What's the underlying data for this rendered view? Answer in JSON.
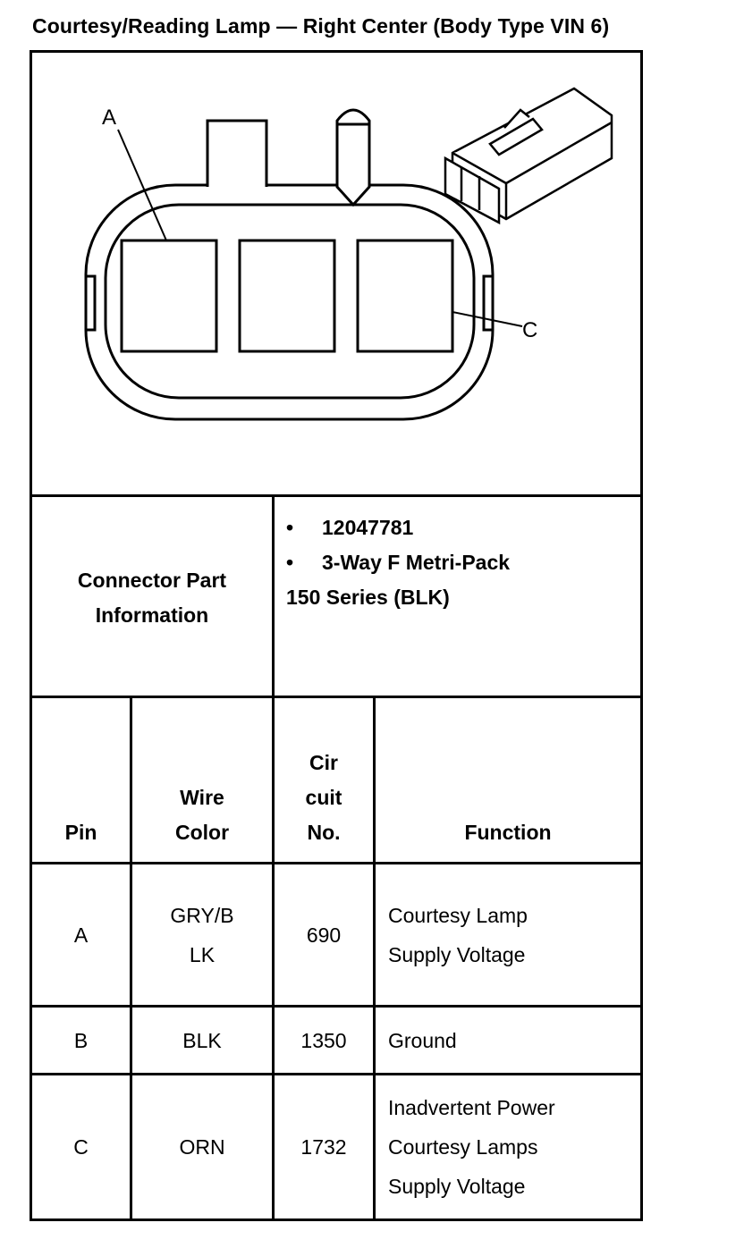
{
  "title": "Courtesy/Reading Lamp — Right Center (Body Type VIN 6)",
  "diagram": {
    "callouts": {
      "a": "A",
      "c": "C"
    }
  },
  "connector_info": {
    "label_line1": "Connector Part",
    "label_line2": "Information",
    "part_number": "12047781",
    "description_line1": "3-Way F Metri-Pack",
    "description_line2": "150 Series (BLK)",
    "bullet": "•"
  },
  "table": {
    "headers": {
      "pin": "Pin",
      "wire_color_line1": "Wire",
      "wire_color_line2": "Color",
      "circuit_line1": "Cir",
      "circuit_line2": "cuit",
      "circuit_line3": "No.",
      "function": "Function"
    },
    "rows": [
      {
        "pin": "A",
        "wire_line1": "GRY/B",
        "wire_line2": "LK",
        "circuit": "690",
        "function_line1": "Courtesy Lamp",
        "function_line2": "Supply Voltage",
        "function_line3": ""
      },
      {
        "pin": "B",
        "wire_line1": "BLK",
        "wire_line2": "",
        "circuit": "1350",
        "function_line1": "Ground",
        "function_line2": "",
        "function_line3": ""
      },
      {
        "pin": "C",
        "wire_line1": "ORN",
        "wire_line2": "",
        "circuit": "1732",
        "function_line1": "Inadvertent Power",
        "function_line2": "Courtesy Lamps",
        "function_line3": "Supply Voltage"
      }
    ]
  }
}
